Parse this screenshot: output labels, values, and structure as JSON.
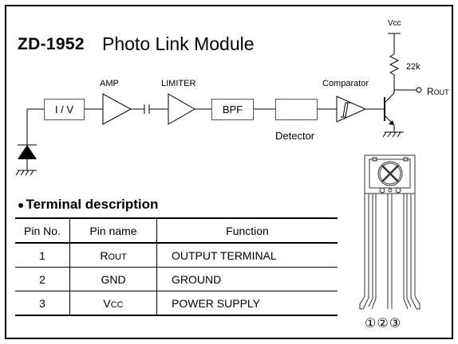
{
  "title": {
    "model": "ZD-1952",
    "name": "Photo Link Module"
  },
  "circuit": {
    "blocks": {
      "iv": "I / V",
      "bpf": "BPF",
      "detector": ""
    },
    "labels": {
      "amp": "AMP",
      "limiter": "LIMITER",
      "comparator": "Comparator",
      "detector": "Detector",
      "vcc": "Vcc",
      "resistor": "22k",
      "rout_main": "R",
      "rout_sub": "OUT"
    }
  },
  "terminal": {
    "heading": "Terminal description",
    "columns": [
      "Pin No.",
      "Pin name",
      "Function"
    ],
    "rows": [
      {
        "pin": "1",
        "name_main": "R",
        "name_sub": "OUT",
        "function": "OUTPUT TERMINAL"
      },
      {
        "pin": "2",
        "name_main": "GND",
        "name_sub": "",
        "function": "GROUND"
      },
      {
        "pin": "3",
        "name_main": "V",
        "name_sub": "CC",
        "function": "POWER SUPPLY"
      }
    ]
  },
  "package": {
    "pin_numbers": "①②③"
  }
}
